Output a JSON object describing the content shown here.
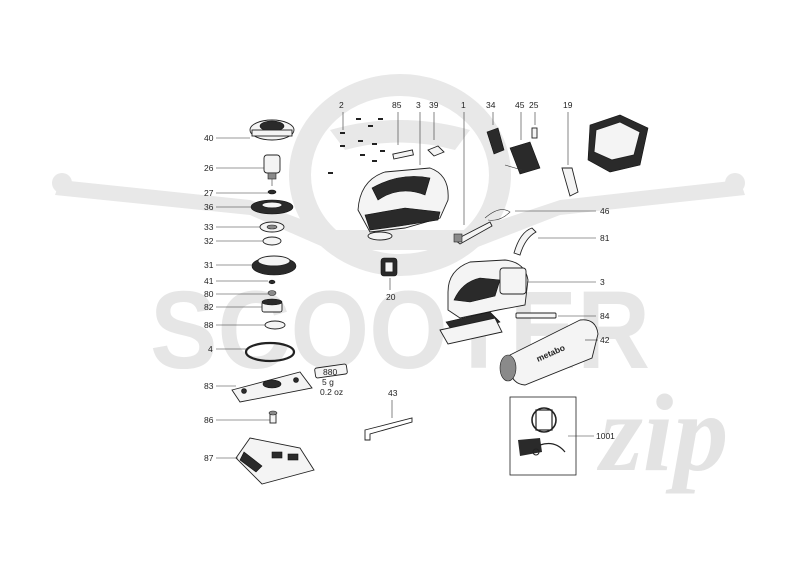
{
  "watermark": {
    "brand_main": "SCOOTER",
    "brand_script": "zip"
  },
  "callouts": {
    "p40": "40",
    "p26": "26",
    "p27": "27",
    "p36": "36",
    "p33": "33",
    "p32": "32",
    "p31": "31",
    "p41": "41",
    "p80": "80",
    "p82": "82",
    "p88": "88",
    "p4": "4",
    "p83": "83",
    "p86": "86",
    "p87": "87",
    "p2": "2",
    "p85": "85",
    "p3a": "3",
    "p39": "39",
    "p1": "1",
    "p34": "34",
    "p45": "45",
    "p25": "25",
    "p19": "19",
    "p46": "46",
    "p81": "81",
    "p20": "20",
    "p3b": "3",
    "p84": "84",
    "p42": "42",
    "p43": "43",
    "p1001": "1001"
  },
  "grease_tube": {
    "label": "880",
    "amount_g": "5 g",
    "amount_oz": "0.2 oz"
  },
  "dust_bag": {
    "brand": "metabo"
  },
  "colors": {
    "watermark": "#e6e6e6",
    "lines": "#333333",
    "part_fill": "#f4f4f4",
    "dark_part": "#2a2a2a"
  }
}
